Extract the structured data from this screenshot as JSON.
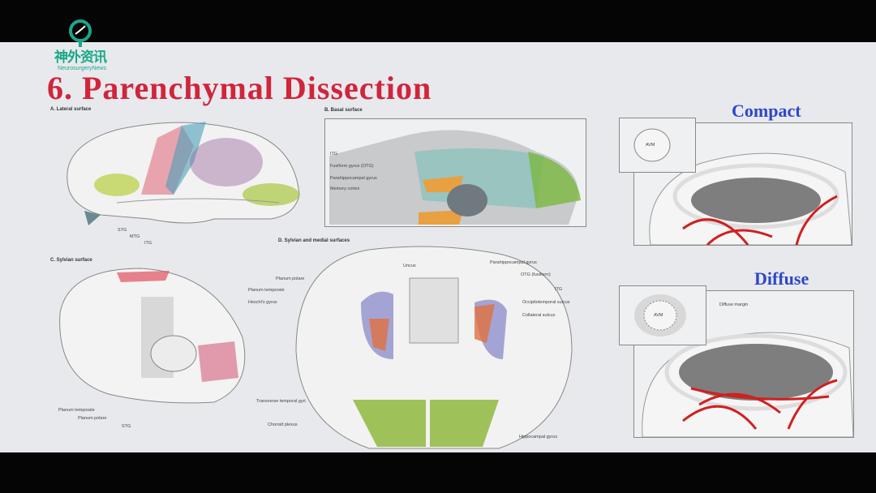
{
  "logo": {
    "chinese": "神外资讯",
    "english": "NeurosurgeryNews"
  },
  "slide": {
    "title": "6. Parenchymal Dissection"
  },
  "figures": {
    "a": {
      "caption": "A. Lateral surface",
      "labels": [
        "STG",
        "MTG",
        "ITG"
      ]
    },
    "b": {
      "caption": "B. Basal surface",
      "labels": [
        "ITG",
        "Fusiform gyrus (OTG)",
        "Parahippocampal gyrus",
        "Memory cortex"
      ]
    },
    "c": {
      "caption": "C. Sylvian surface",
      "labels": [
        "Planum temporale",
        "Planum polare",
        "STG"
      ]
    },
    "d": {
      "caption": "D. Sylvian and medial surfaces",
      "labels": [
        "Uncus",
        "Planum polare",
        "Planum temporale",
        "Heschl's gyrus",
        "Transverse temporal gyri",
        "Choroid plexus",
        "Parahippocampal gyrus",
        "OTG (fusiform)",
        "ITG",
        "Occipitotemporal sulcus",
        "Collateral sulcus",
        "Hippocampal gyrus"
      ]
    }
  },
  "right": {
    "compact": "Compact",
    "diffuse": "Diffuse",
    "avm": "AVM",
    "diffuse_margin": "Diffuse margin"
  }
}
